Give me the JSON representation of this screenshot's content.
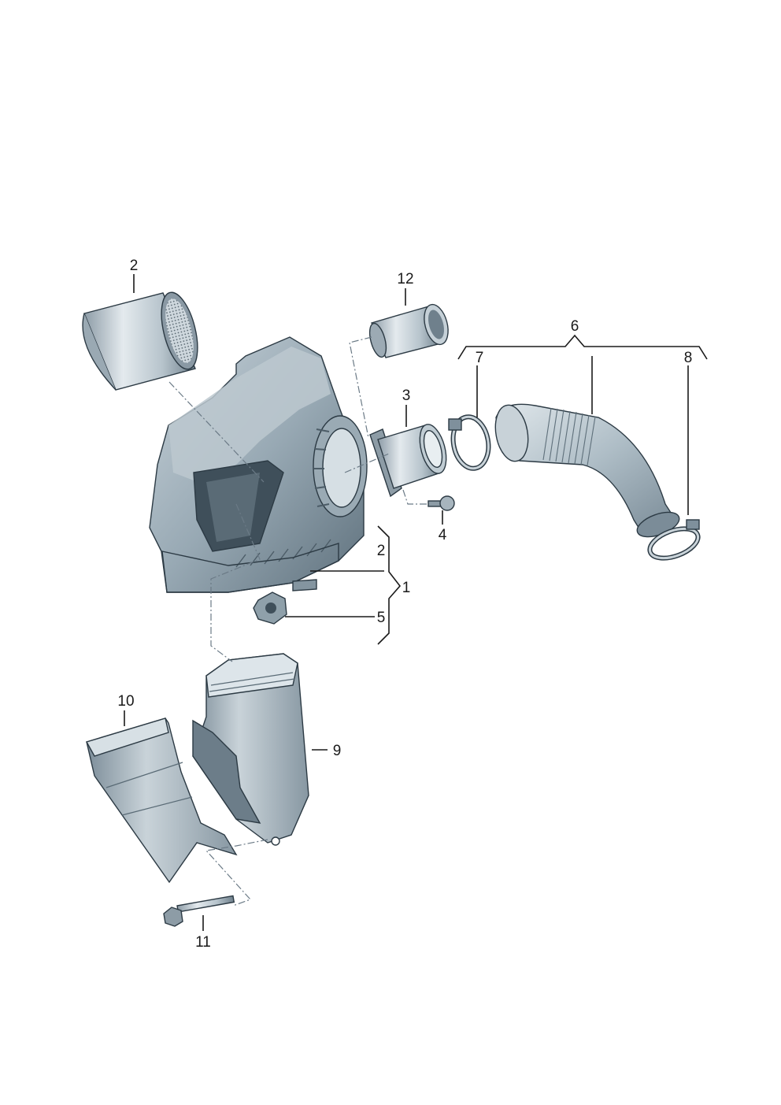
{
  "callouts": {
    "c1": "1",
    "c2_filter": "2",
    "c2_group": "2",
    "c3": "3",
    "c4": "4",
    "c5": "5",
    "c6": "6",
    "c7": "7",
    "c8": "8",
    "c9": "9",
    "c10": "10",
    "c11": "11",
    "c12": "12"
  },
  "colors": {
    "part_light": "#d9e1e6",
    "part_mid": "#b3c1ca",
    "part_dark": "#6e808c",
    "part_deep": "#3f4f5a",
    "line": "#1a1a1a"
  }
}
